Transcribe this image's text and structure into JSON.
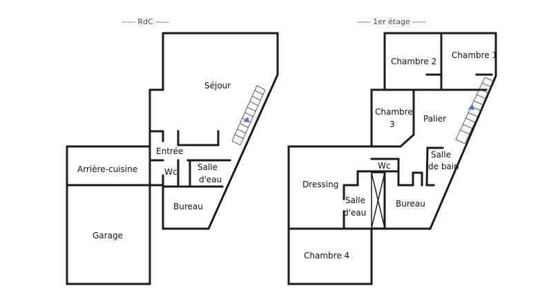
{
  "floors": {
    "ground": {
      "caption": "----- RdC -----",
      "rooms": {
        "sejour": "Séjour",
        "entree": "Entrée",
        "arriere_cuisine": "Arrière-cuisine",
        "wc": "Wc",
        "salle_deau_1": "Salle",
        "salle_deau_2": "d'eau",
        "bureau": "Bureau",
        "garage": "Garage"
      }
    },
    "upper": {
      "caption": "----- 1er étage -----",
      "rooms": {
        "chambre2": "Chambre 2",
        "chambre1": "Chambre 1",
        "chambre3_1": "Chambre",
        "chambre3_2": "3",
        "palier": "Palier",
        "salle_de_bain_1": "Salle",
        "salle_de_bain_2": "de bain",
        "wc": "Wc",
        "dressing": "Dressing",
        "salle_deau_1": "Salle",
        "salle_deau_2": "d'eau",
        "bureau": "Bureau",
        "chambre4": "Chambre 4"
      }
    }
  },
  "colors": {
    "wall": "#1a1a1a",
    "stair_arrow": "#4a6fd8"
  }
}
